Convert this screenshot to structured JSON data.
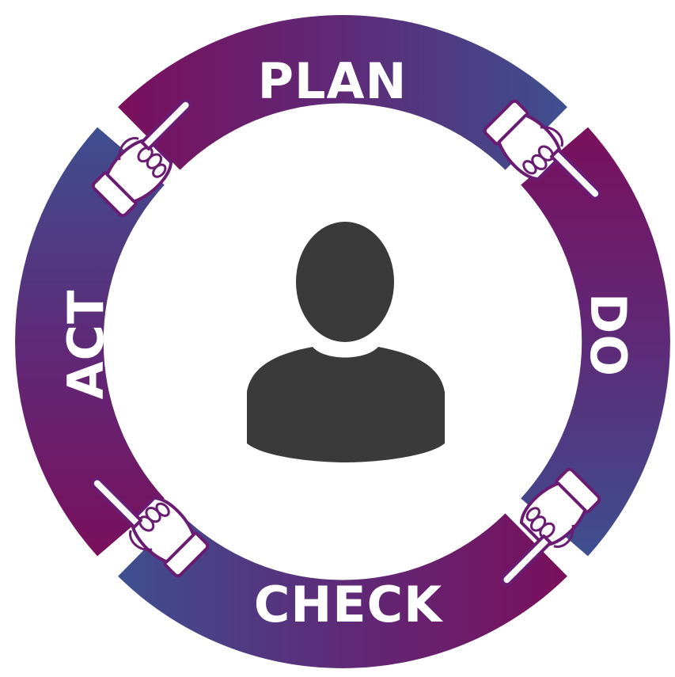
{
  "cycle": {
    "segments": [
      {
        "id": "plan",
        "label": "PLAN"
      },
      {
        "id": "do",
        "label": "DO"
      },
      {
        "id": "check",
        "label": "CHECK"
      },
      {
        "id": "act",
        "label": "ACT"
      }
    ],
    "center_icon": "person-icon",
    "hand_icon": "pointing-hand-icon"
  },
  "colors": {
    "gradient_purple": "#7a0f5c",
    "gradient_blue": "#3e4f8f",
    "hand_fill": "#ffffff",
    "hand_outline": "#6a1b72",
    "person_fill": "#3a3a3a",
    "label_color": "#ffffff"
  }
}
